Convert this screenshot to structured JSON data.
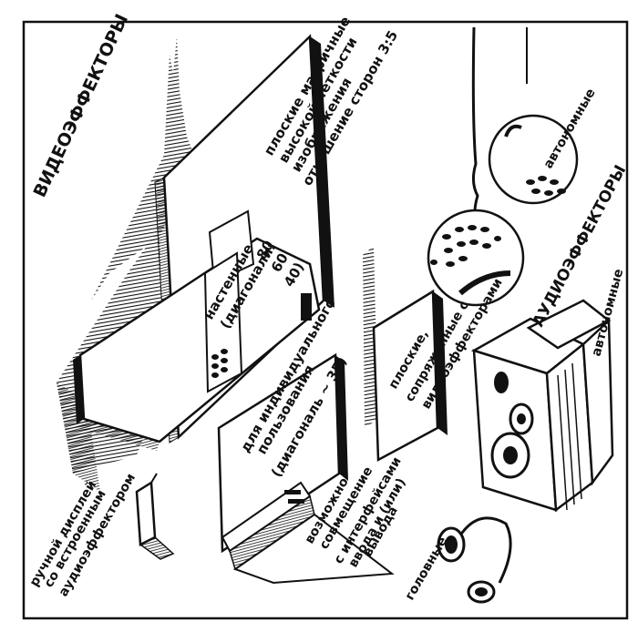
{
  "colors": {
    "ink": "#111111",
    "paper": "#ffffff",
    "shade": "#2a2a2a"
  },
  "labels": {
    "video_effectors": "ВИДЕОЭФФЕКТОРЫ",
    "flat_matrix": [
      "плоские матричные",
      "высокой четкости",
      "изображения",
      "отношение сторон 3:5"
    ],
    "wall_mounted": [
      "настенные",
      "(диагонали:"
    ],
    "diag_values": [
      "80",
      "60",
      "40)"
    ],
    "individual": [
      "для индивидуального",
      "пользования",
      "(диагональ ~ 35)"
    ],
    "combining": [
      "возможно",
      "совмещение",
      "с интерфейсами",
      "ввода и (или)",
      "вывода"
    ],
    "handheld": [
      "ручной дисплей",
      "со встроенным",
      "аудиоэффектором"
    ],
    "flat_coupled": [
      "плоские,",
      "сопряженные с",
      "видеоэффекторами"
    ],
    "audio_effectors": "АУДИОЭФФЕКТОРЫ",
    "autonomous_top": "автономные",
    "autonomous_right": "автономные",
    "headphones": "головные"
  },
  "icons": [
    "hatched-tower-icon",
    "flat-panel-display-icon",
    "wall-display-icon",
    "individual-display-icon",
    "handheld-display-icon",
    "hanging-speaker-sphere-icon",
    "loudspeaker-cabinet-icon",
    "headphones-icon"
  ]
}
